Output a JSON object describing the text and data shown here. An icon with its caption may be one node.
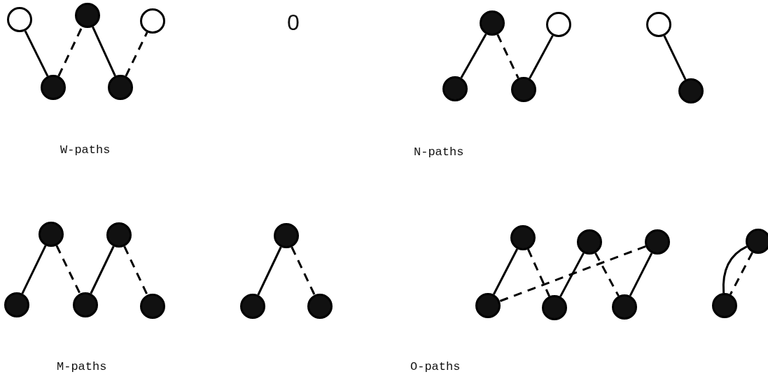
{
  "diagram": {
    "nodes": [
      {
        "text": [],
        "shape": "circle"
      },
      {
        "text": [],
        "shape": "dot"
      },
      {
        "text": [],
        "shape": "circle"
      },
      {
        "text": [],
        "shape": "dot"
      },
      {
        "text": [],
        "shape": "dot"
      },
      {
        "text": [],
        "shape": "dot"
      },
      {
        "text": [],
        "shape": "circle"
      },
      {
        "text": [],
        "shape": "dot"
      },
      {
        "text": [],
        "shape": "dot"
      },
      {
        "text": [],
        "shape": "circle"
      },
      {
        "text": [],
        "shape": "dot"
      },
      {
        "text": [],
        "shape": "dot"
      },
      {
        "text": [],
        "shape": "dot"
      },
      {
        "text": [],
        "shape": "dot"
      },
      {
        "text": [],
        "shape": "dot"
      },
      {
        "text": [],
        "shape": "dot"
      },
      {
        "text": [],
        "shape": "dot"
      },
      {
        "text": [],
        "shape": "dot"
      },
      {
        "text": [],
        "shape": "dot"
      },
      {
        "text": [],
        "shape": "dot"
      },
      {
        "text": [],
        "shape": "dot"
      },
      {
        "text": [],
        "shape": "dot"
      },
      {
        "text": [],
        "shape": "dot"
      },
      {
        "text": [],
        "shape": "dot"
      },
      {
        "text": [],
        "shape": "dot"
      },
      {
        "text": [],
        "shape": "dot"
      },
      {
        "text": [],
        "shape": "dot"
      }
    ],
    "edges": [
      {
        "from": 0,
        "to": 3,
        "arrow": "none"
      },
      {
        "from": 3,
        "to": 1,
        "arrow": "none",
        "style": "dashed"
      },
      {
        "from": 1,
        "to": 4,
        "arrow": "none"
      },
      {
        "from": 4,
        "to": 2,
        "arrow": "none",
        "style": "dashed"
      },
      {
        "from": 7,
        "to": 5,
        "arrow": "none"
      },
      {
        "from": 5,
        "to": 8,
        "arrow": "none",
        "style": "dashed"
      },
      {
        "from": 8,
        "to": 6,
        "arrow": "none"
      },
      {
        "from": 9,
        "to": 10,
        "arrow": "none"
      },
      {
        "from": 13,
        "to": 11,
        "arrow": "none"
      },
      {
        "from": 11,
        "to": 14,
        "arrow": "none",
        "style": "dashed"
      },
      {
        "from": 14,
        "to": 12,
        "arrow": "none"
      },
      {
        "from": 12,
        "to": 15,
        "arrow": "none",
        "style": "dashed"
      },
      {
        "from": 17,
        "to": 16,
        "arrow": "none"
      },
      {
        "from": 16,
        "to": 18,
        "arrow": "none",
        "style": "dashed"
      },
      {
        "from": 22,
        "to": 19,
        "arrow": "none"
      },
      {
        "from": 19,
        "to": 23,
        "arrow": "none",
        "style": "dashed"
      },
      {
        "from": 23,
        "to": 20,
        "arrow": "none"
      },
      {
        "from": 20,
        "to": 24,
        "arrow": "none",
        "style": "dashed"
      },
      {
        "from": 24,
        "to": 21,
        "arrow": "none"
      },
      {
        "from": 21,
        "to": 22,
        "arrow": "none",
        "style": "dashed"
      },
      {
        "from": 26,
        "to": 25,
        "arrow": "none"
      },
      {
        "from": 25,
        "to": 26,
        "arrow": "none",
        "style": "dashed"
      }
    ],
    "labels": [
      "0",
      "W-paths",
      "N-paths",
      "M-paths",
      "O-paths"
    ]
  }
}
